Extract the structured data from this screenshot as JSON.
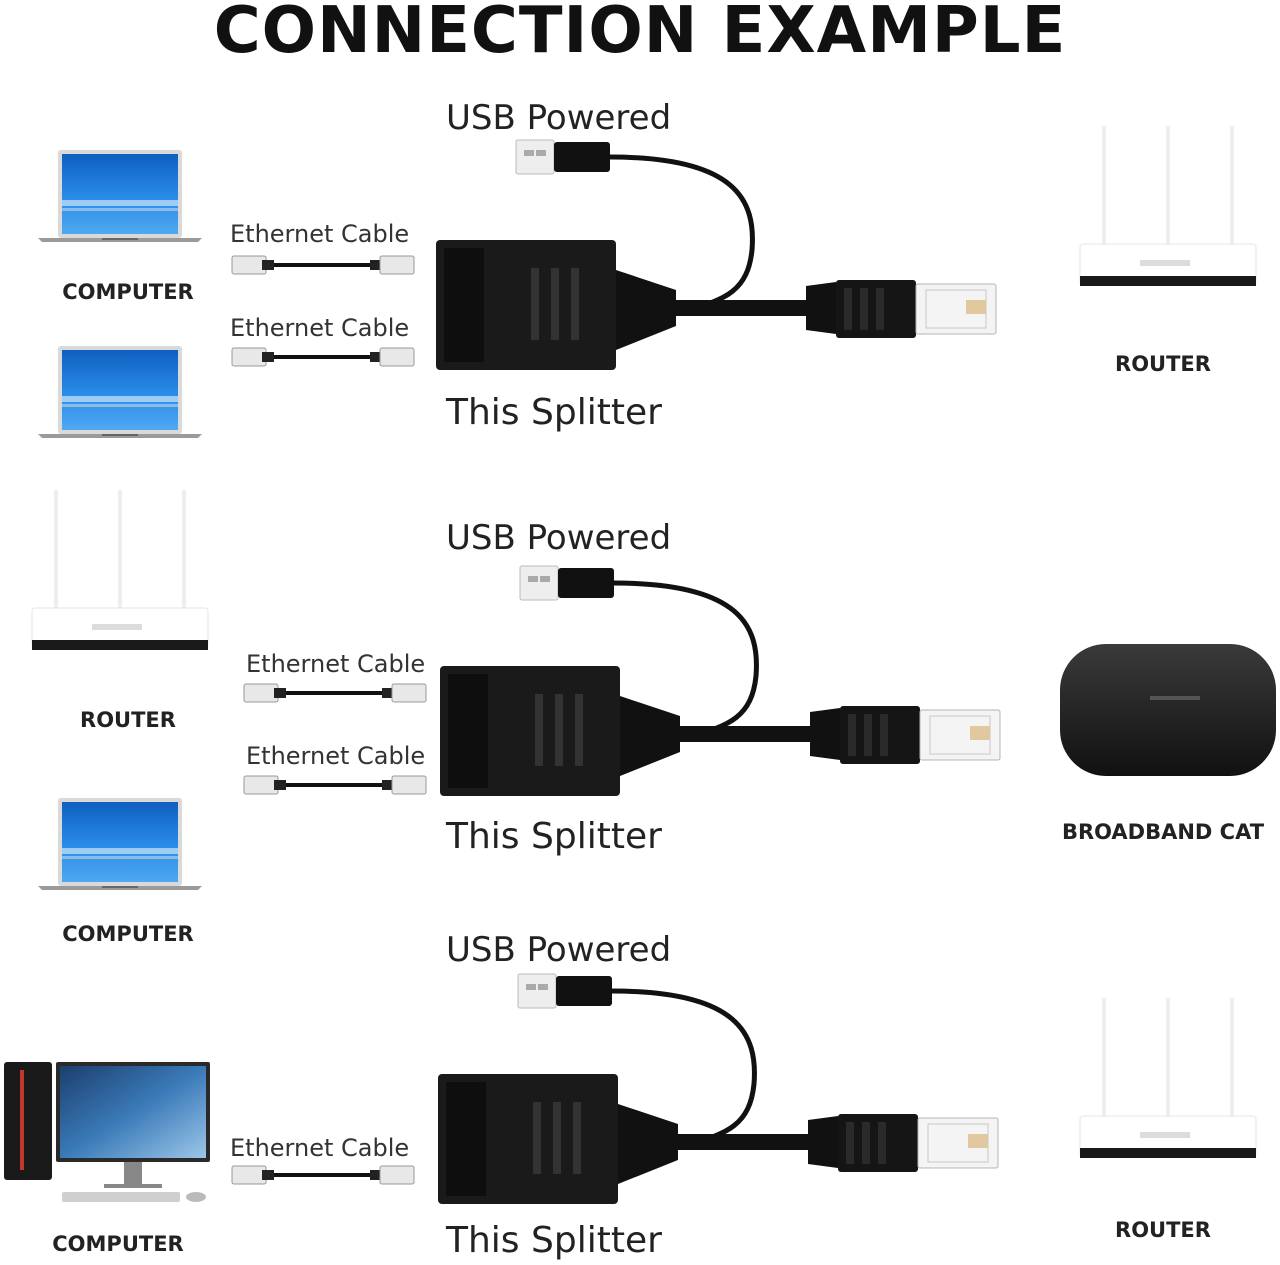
{
  "title": "CONNECTION EXAMPLE",
  "colors": {
    "background": "#ffffff",
    "cable": "#111111",
    "screen": "#1e88e5"
  },
  "rows": [
    {
      "usb_label": "USB Powered",
      "splitter_label": "This Splitter",
      "left_devices": [
        {
          "label": "COMPUTER",
          "icon": "laptop-icon"
        },
        {
          "label": "",
          "icon": "laptop-icon"
        }
      ],
      "ethernet_labels": [
        "Ethernet Cable",
        "Ethernet Cable"
      ],
      "right_device": {
        "label": "ROUTER",
        "icon": "router-icon"
      }
    },
    {
      "usb_label": "USB Powered",
      "splitter_label": "This Splitter",
      "left_devices": [
        {
          "label": "ROUTER",
          "icon": "router-icon"
        },
        {
          "label": "COMPUTER",
          "icon": "laptop-icon"
        }
      ],
      "ethernet_labels": [
        "Ethernet Cable",
        "Ethernet Cable"
      ],
      "right_device": {
        "label": "BROADBAND CAT",
        "icon": "modem-icon"
      }
    },
    {
      "usb_label": "USB Powered",
      "splitter_label": "This Splitter",
      "left_devices": [
        {
          "label": "COMPUTER",
          "icon": "desktop-pc-icon"
        }
      ],
      "ethernet_labels": [
        "Ethernet Cable"
      ],
      "right_device": {
        "label": "ROUTER",
        "icon": "router-icon"
      }
    }
  ]
}
